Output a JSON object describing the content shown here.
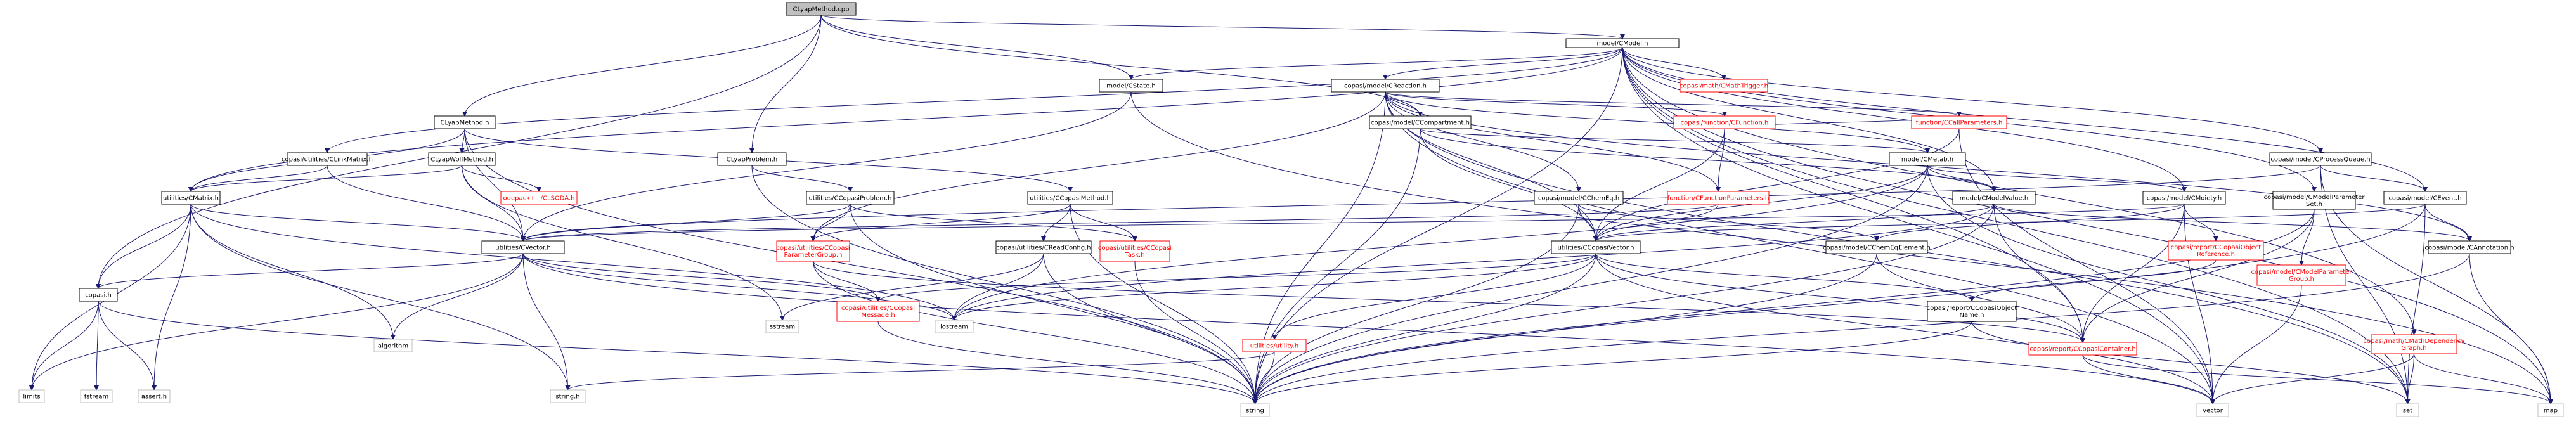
{
  "graph": {
    "edge_color": "#191970",
    "broken_node_color": "#ff0000",
    "root_fill": "#bfbfbf",
    "nodes": [
      {
        "id": "root",
        "lines": [
          "CLyapMethod.cpp"
        ],
        "kind": "root"
      },
      {
        "id": "cmodel",
        "lines": [
          "model/CModel.h"
        ],
        "kind": "normal"
      },
      {
        "id": "cstate",
        "lines": [
          "model/CState.h"
        ],
        "kind": "normal"
      },
      {
        "id": "cmathtrigger",
        "lines": [
          "copasi/math/CMathTrigger.h"
        ],
        "kind": "red"
      },
      {
        "id": "creaction",
        "lines": [
          "copasi/model/CReaction.h"
        ],
        "kind": "normal"
      },
      {
        "id": "clyapmethodh",
        "lines": [
          "CLyapMethod.h"
        ],
        "kind": "normal"
      },
      {
        "id": "clinkmatrix",
        "lines": [
          "copasi/utilities/CLinkMatrix.h"
        ],
        "kind": "normal"
      },
      {
        "id": "ccompartment",
        "lines": [
          "copasi/model/CCompartment.h"
        ],
        "kind": "normal"
      },
      {
        "id": "cfunction",
        "lines": [
          "copasi/function/CFunction.h"
        ],
        "kind": "red"
      },
      {
        "id": "cprocessqueue",
        "lines": [
          "copasi/model/CProcessQueue.h"
        ],
        "kind": "normal"
      },
      {
        "id": "clyapwolf",
        "lines": [
          "CLyapWolfMethod.h"
        ],
        "kind": "normal"
      },
      {
        "id": "clyapproblem",
        "lines": [
          "CLyapProblem.h"
        ],
        "kind": "normal"
      },
      {
        "id": "cmetab",
        "lines": [
          "model/CMetab.h"
        ],
        "kind": "normal"
      },
      {
        "id": "ccallparams",
        "lines": [
          "function/CCallParameters.h"
        ],
        "kind": "red"
      },
      {
        "id": "odepack",
        "lines": [
          "odepack++/CLSODA.h"
        ],
        "kind": "red"
      },
      {
        "id": "cmatrix",
        "lines": [
          "utilities/CMatrix.h"
        ],
        "kind": "normal"
      },
      {
        "id": "ccopasiproblem",
        "lines": [
          "utilities/CCopasiProblem.h"
        ],
        "kind": "normal"
      },
      {
        "id": "ccopasimethod",
        "lines": [
          "utilities/CCopasiMethod.h"
        ],
        "kind": "normal"
      },
      {
        "id": "cchemeq",
        "lines": [
          "copasi/model/CChemEq.h"
        ],
        "kind": "normal"
      },
      {
        "id": "cfuncparams",
        "lines": [
          "function/CFunctionParameters.h"
        ],
        "kind": "red"
      },
      {
        "id": "cmodelvalue",
        "lines": [
          "model/CModelValue.h"
        ],
        "kind": "normal"
      },
      {
        "id": "cmoiety",
        "lines": [
          "copasi/model/CMoiety.h"
        ],
        "kind": "normal"
      },
      {
        "id": "cmodelparamset",
        "lines": [
          "copasi/model/CModelParameter",
          "Set.h"
        ],
        "kind": "normal"
      },
      {
        "id": "cevent",
        "lines": [
          "copasi/model/CEvent.h"
        ],
        "kind": "normal"
      },
      {
        "id": "cvector",
        "lines": [
          "utilities/CVector.h"
        ],
        "kind": "normal"
      },
      {
        "id": "creadconfig",
        "lines": [
          "copasi/utilities/CReadConfig.h"
        ],
        "kind": "normal"
      },
      {
        "id": "cparamgroup",
        "lines": [
          "copasi/utilities/CCopasi",
          "ParameterGroup.h"
        ],
        "kind": "red"
      },
      {
        "id": "ccopasitask",
        "lines": [
          "copasi/utilities/CCopasi",
          "Task.h"
        ],
        "kind": "red"
      },
      {
        "id": "ccopasivector",
        "lines": [
          "utilities/CCopasiVector.h"
        ],
        "kind": "normal"
      },
      {
        "id": "cchemeqelement",
        "lines": [
          "copasi/model/CChemEqElement.h"
        ],
        "kind": "normal"
      },
      {
        "id": "cobjref",
        "lines": [
          "copasi/report/CCopasiObject",
          "Reference.h"
        ],
        "kind": "red"
      },
      {
        "id": "cmodelparamgroup",
        "lines": [
          "copasi/model/CModelParameter",
          "Group.h"
        ],
        "kind": "red"
      },
      {
        "id": "cannotation",
        "lines": [
          "copasi/model/CAnnotation.h"
        ],
        "kind": "normal"
      },
      {
        "id": "cmathdepgraph",
        "lines": [
          "copasi/math/CMathDependency",
          "Graph.h"
        ],
        "kind": "red"
      },
      {
        "id": "copasih",
        "lines": [
          "copasi.h"
        ],
        "kind": "normal"
      },
      {
        "id": "ccopasimessage",
        "lines": [
          "copasi/utilities/CCopasi",
          "Message.h"
        ],
        "kind": "red"
      },
      {
        "id": "sstream",
        "lines": [
          "sstream"
        ],
        "kind": "leaf"
      },
      {
        "id": "iostream",
        "lines": [
          "iostream"
        ],
        "kind": "leaf"
      },
      {
        "id": "algorithm",
        "lines": [
          "algorithm"
        ],
        "kind": "leaf"
      },
      {
        "id": "utility",
        "lines": [
          "utilities/utility.h"
        ],
        "kind": "red"
      },
      {
        "id": "cobjname",
        "lines": [
          "copasi/report/CCopasiObject",
          "Name.h"
        ],
        "kind": "normal"
      },
      {
        "id": "ccontainer",
        "lines": [
          "copasi/report/CCopasiContainer.h"
        ],
        "kind": "red"
      },
      {
        "id": "limits",
        "lines": [
          "limits"
        ],
        "kind": "leaf"
      },
      {
        "id": "fstream",
        "lines": [
          "fstream"
        ],
        "kind": "leaf"
      },
      {
        "id": "asserth",
        "lines": [
          "assert.h"
        ],
        "kind": "leaf"
      },
      {
        "id": "stringh",
        "lines": [
          "string.h"
        ],
        "kind": "leaf"
      },
      {
        "id": "string",
        "lines": [
          "string"
        ],
        "kind": "leaf"
      },
      {
        "id": "vector",
        "lines": [
          "vector"
        ],
        "kind": "leaf"
      },
      {
        "id": "set",
        "lines": [
          "set"
        ],
        "kind": "leaf"
      },
      {
        "id": "map",
        "lines": [
          "map"
        ],
        "kind": "leaf"
      }
    ],
    "edges": [
      [
        "root",
        "cmodel"
      ],
      [
        "root",
        "cstate"
      ],
      [
        "root",
        "clyapmethodh"
      ],
      [
        "root",
        "clyapproblem"
      ],
      [
        "root",
        "ccompartment"
      ],
      [
        "root",
        "copasih"
      ],
      [
        "cmodel",
        "cstate"
      ],
      [
        "cmodel",
        "cmathtrigger"
      ],
      [
        "cmodel",
        "creaction"
      ],
      [
        "cmodel",
        "clinkmatrix"
      ],
      [
        "cmodel",
        "cprocessqueue"
      ],
      [
        "cmodel",
        "cevent"
      ],
      [
        "cmodel",
        "cmodelparamset"
      ],
      [
        "cmodel",
        "cmathdepgraph"
      ],
      [
        "cmodel",
        "cmoiety"
      ],
      [
        "cmodel",
        "cmodelvalue"
      ],
      [
        "cmodel",
        "cmatrix"
      ],
      [
        "cmodel",
        "set"
      ],
      [
        "cmodel",
        "map"
      ],
      [
        "cmodel",
        "vector"
      ],
      [
        "cmodel",
        "string"
      ],
      [
        "cmodel",
        "ccontainer"
      ],
      [
        "cstate",
        "cvector"
      ],
      [
        "cstate",
        "map"
      ],
      [
        "creaction",
        "ccompartment"
      ],
      [
        "creaction",
        "cfunction"
      ],
      [
        "creaction",
        "cmetab"
      ],
      [
        "creaction",
        "cchemeq"
      ],
      [
        "creaction",
        "ccallparams"
      ],
      [
        "creaction",
        "cfuncparams"
      ],
      [
        "creaction",
        "cparamgroup"
      ],
      [
        "creaction",
        "ccopasivector"
      ],
      [
        "creaction",
        "cannotation"
      ],
      [
        "creaction",
        "vector"
      ],
      [
        "creaction",
        "set"
      ],
      [
        "creaction",
        "string"
      ],
      [
        "clyapmethodh",
        "clyapwolf"
      ],
      [
        "clyapmethodh",
        "ccopasimethod"
      ],
      [
        "clyapmethodh",
        "cvector"
      ],
      [
        "clyapmethodh",
        "cmatrix"
      ],
      [
        "clyapmethodh",
        "string"
      ],
      [
        "clinkmatrix",
        "cmatrix"
      ],
      [
        "clinkmatrix",
        "cvector"
      ],
      [
        "ccompartment",
        "cmetab"
      ],
      [
        "ccompartment",
        "ccopasivector"
      ],
      [
        "ccompartment",
        "cmodelvalue"
      ],
      [
        "ccompartment",
        "string"
      ],
      [
        "cfunction",
        "ccallparams"
      ],
      [
        "cfunction",
        "cfuncparams"
      ],
      [
        "cfunction",
        "ccopasivector"
      ],
      [
        "cprocessqueue",
        "cevent"
      ],
      [
        "cprocessqueue",
        "map"
      ],
      [
        "cprocessqueue",
        "set"
      ],
      [
        "cprocessqueue",
        "cvector"
      ],
      [
        "clyapwolf",
        "cmatrix"
      ],
      [
        "clyapwolf",
        "odepack"
      ],
      [
        "clyapwolf",
        "cvector"
      ],
      [
        "clyapwolf",
        "sstream"
      ],
      [
        "clyapproblem",
        "ccopasiproblem"
      ],
      [
        "clyapproblem",
        "string"
      ],
      [
        "cmetab",
        "cmodelvalue"
      ],
      [
        "cmetab",
        "cmoiety"
      ],
      [
        "cmetab",
        "iostream"
      ],
      [
        "cmetab",
        "set"
      ],
      [
        "cmetab",
        "string"
      ],
      [
        "cmetab",
        "ccopasivector"
      ],
      [
        "ccallparams",
        "vector"
      ],
      [
        "ccallparams",
        "ccopasivector"
      ],
      [
        "cmatrix",
        "cvector"
      ],
      [
        "cmatrix",
        "copasih"
      ],
      [
        "cmatrix",
        "limits"
      ],
      [
        "cmatrix",
        "algorithm"
      ],
      [
        "cmatrix",
        "asserth"
      ],
      [
        "cmatrix",
        "stringh"
      ],
      [
        "cmatrix",
        "iostream"
      ],
      [
        "ccopasiproblem",
        "cparamgroup"
      ],
      [
        "ccopasiproblem",
        "cvector"
      ],
      [
        "ccopasiproblem",
        "string"
      ],
      [
        "ccopasiproblem",
        "ccopasitask"
      ],
      [
        "ccopasimethod",
        "cparamgroup"
      ],
      [
        "ccopasimethod",
        "ccopasitask"
      ],
      [
        "ccopasimethod",
        "creadconfig"
      ],
      [
        "ccopasimethod",
        "string"
      ],
      [
        "cchemeq",
        "cchemeqelement"
      ],
      [
        "cchemeq",
        "ccopasivector"
      ],
      [
        "cchemeq",
        "string"
      ],
      [
        "cfuncparams",
        "ccopasivector"
      ],
      [
        "cfuncparams",
        "cvector"
      ],
      [
        "cmodelvalue",
        "ccopasivector"
      ],
      [
        "cmodelvalue",
        "cannotation"
      ],
      [
        "cmodelvalue",
        "iostream"
      ],
      [
        "cmodelvalue",
        "string"
      ],
      [
        "cmodelvalue",
        "ccontainer"
      ],
      [
        "cmoiety",
        "cobjref"
      ],
      [
        "cmoiety",
        "cchemeqelement"
      ],
      [
        "cmoiety",
        "ccontainer"
      ],
      [
        "cmoiety",
        "vector"
      ],
      [
        "cmoiety",
        "cvector"
      ],
      [
        "cmodelparamset",
        "cmodelparamgroup"
      ],
      [
        "cmodelparamset",
        "ccontainer"
      ],
      [
        "cmodelparamset",
        "string"
      ],
      [
        "cevent",
        "cannotation"
      ],
      [
        "cevent",
        "ccopasivector"
      ],
      [
        "cevent",
        "set"
      ],
      [
        "cevent",
        "string"
      ],
      [
        "cvector",
        "copasih"
      ],
      [
        "cvector",
        "algorithm"
      ],
      [
        "cvector",
        "stringh"
      ],
      [
        "cvector",
        "ccopasimessage"
      ],
      [
        "cvector",
        "iostream"
      ],
      [
        "cvector",
        "limits"
      ],
      [
        "cvector",
        "vector"
      ],
      [
        "creadconfig",
        "sstream"
      ],
      [
        "creadconfig",
        "string"
      ],
      [
        "creadconfig",
        "iostream"
      ],
      [
        "cparamgroup",
        "ccopasimessage"
      ],
      [
        "cparamgroup",
        "string"
      ],
      [
        "cparamgroup",
        "ccontainer"
      ],
      [
        "ccopasitask",
        "string"
      ],
      [
        "ccopasivector",
        "iostream"
      ],
      [
        "ccopasivector",
        "utility"
      ],
      [
        "ccopasivector",
        "cobjname"
      ],
      [
        "ccopasivector",
        "ccontainer"
      ],
      [
        "ccopasivector",
        "string"
      ],
      [
        "ccopasivector",
        "vector"
      ],
      [
        "ccopasivector",
        "ccopasimessage"
      ],
      [
        "cchemeqelement",
        "ccontainer"
      ],
      [
        "cchemeqelement",
        "string"
      ],
      [
        "cobjref",
        "cobjname"
      ],
      [
        "cmodelparamgroup",
        "vector"
      ],
      [
        "cannotation",
        "map"
      ],
      [
        "cannotation",
        "string"
      ],
      [
        "cmathdepgraph",
        "map"
      ],
      [
        "cmathdepgraph",
        "vector"
      ],
      [
        "cmathdepgraph",
        "set"
      ],
      [
        "copasih",
        "limits"
      ],
      [
        "copasih",
        "fstream"
      ],
      [
        "copasih",
        "asserth"
      ],
      [
        "copasih",
        "string"
      ],
      [
        "ccopasimessage",
        "string"
      ],
      [
        "utility",
        "stringh"
      ],
      [
        "utility",
        "string"
      ],
      [
        "cobjname",
        "string"
      ],
      [
        "cobjname",
        "set"
      ],
      [
        "ccontainer",
        "map"
      ],
      [
        "ccontainer",
        "vector"
      ]
    ]
  }
}
